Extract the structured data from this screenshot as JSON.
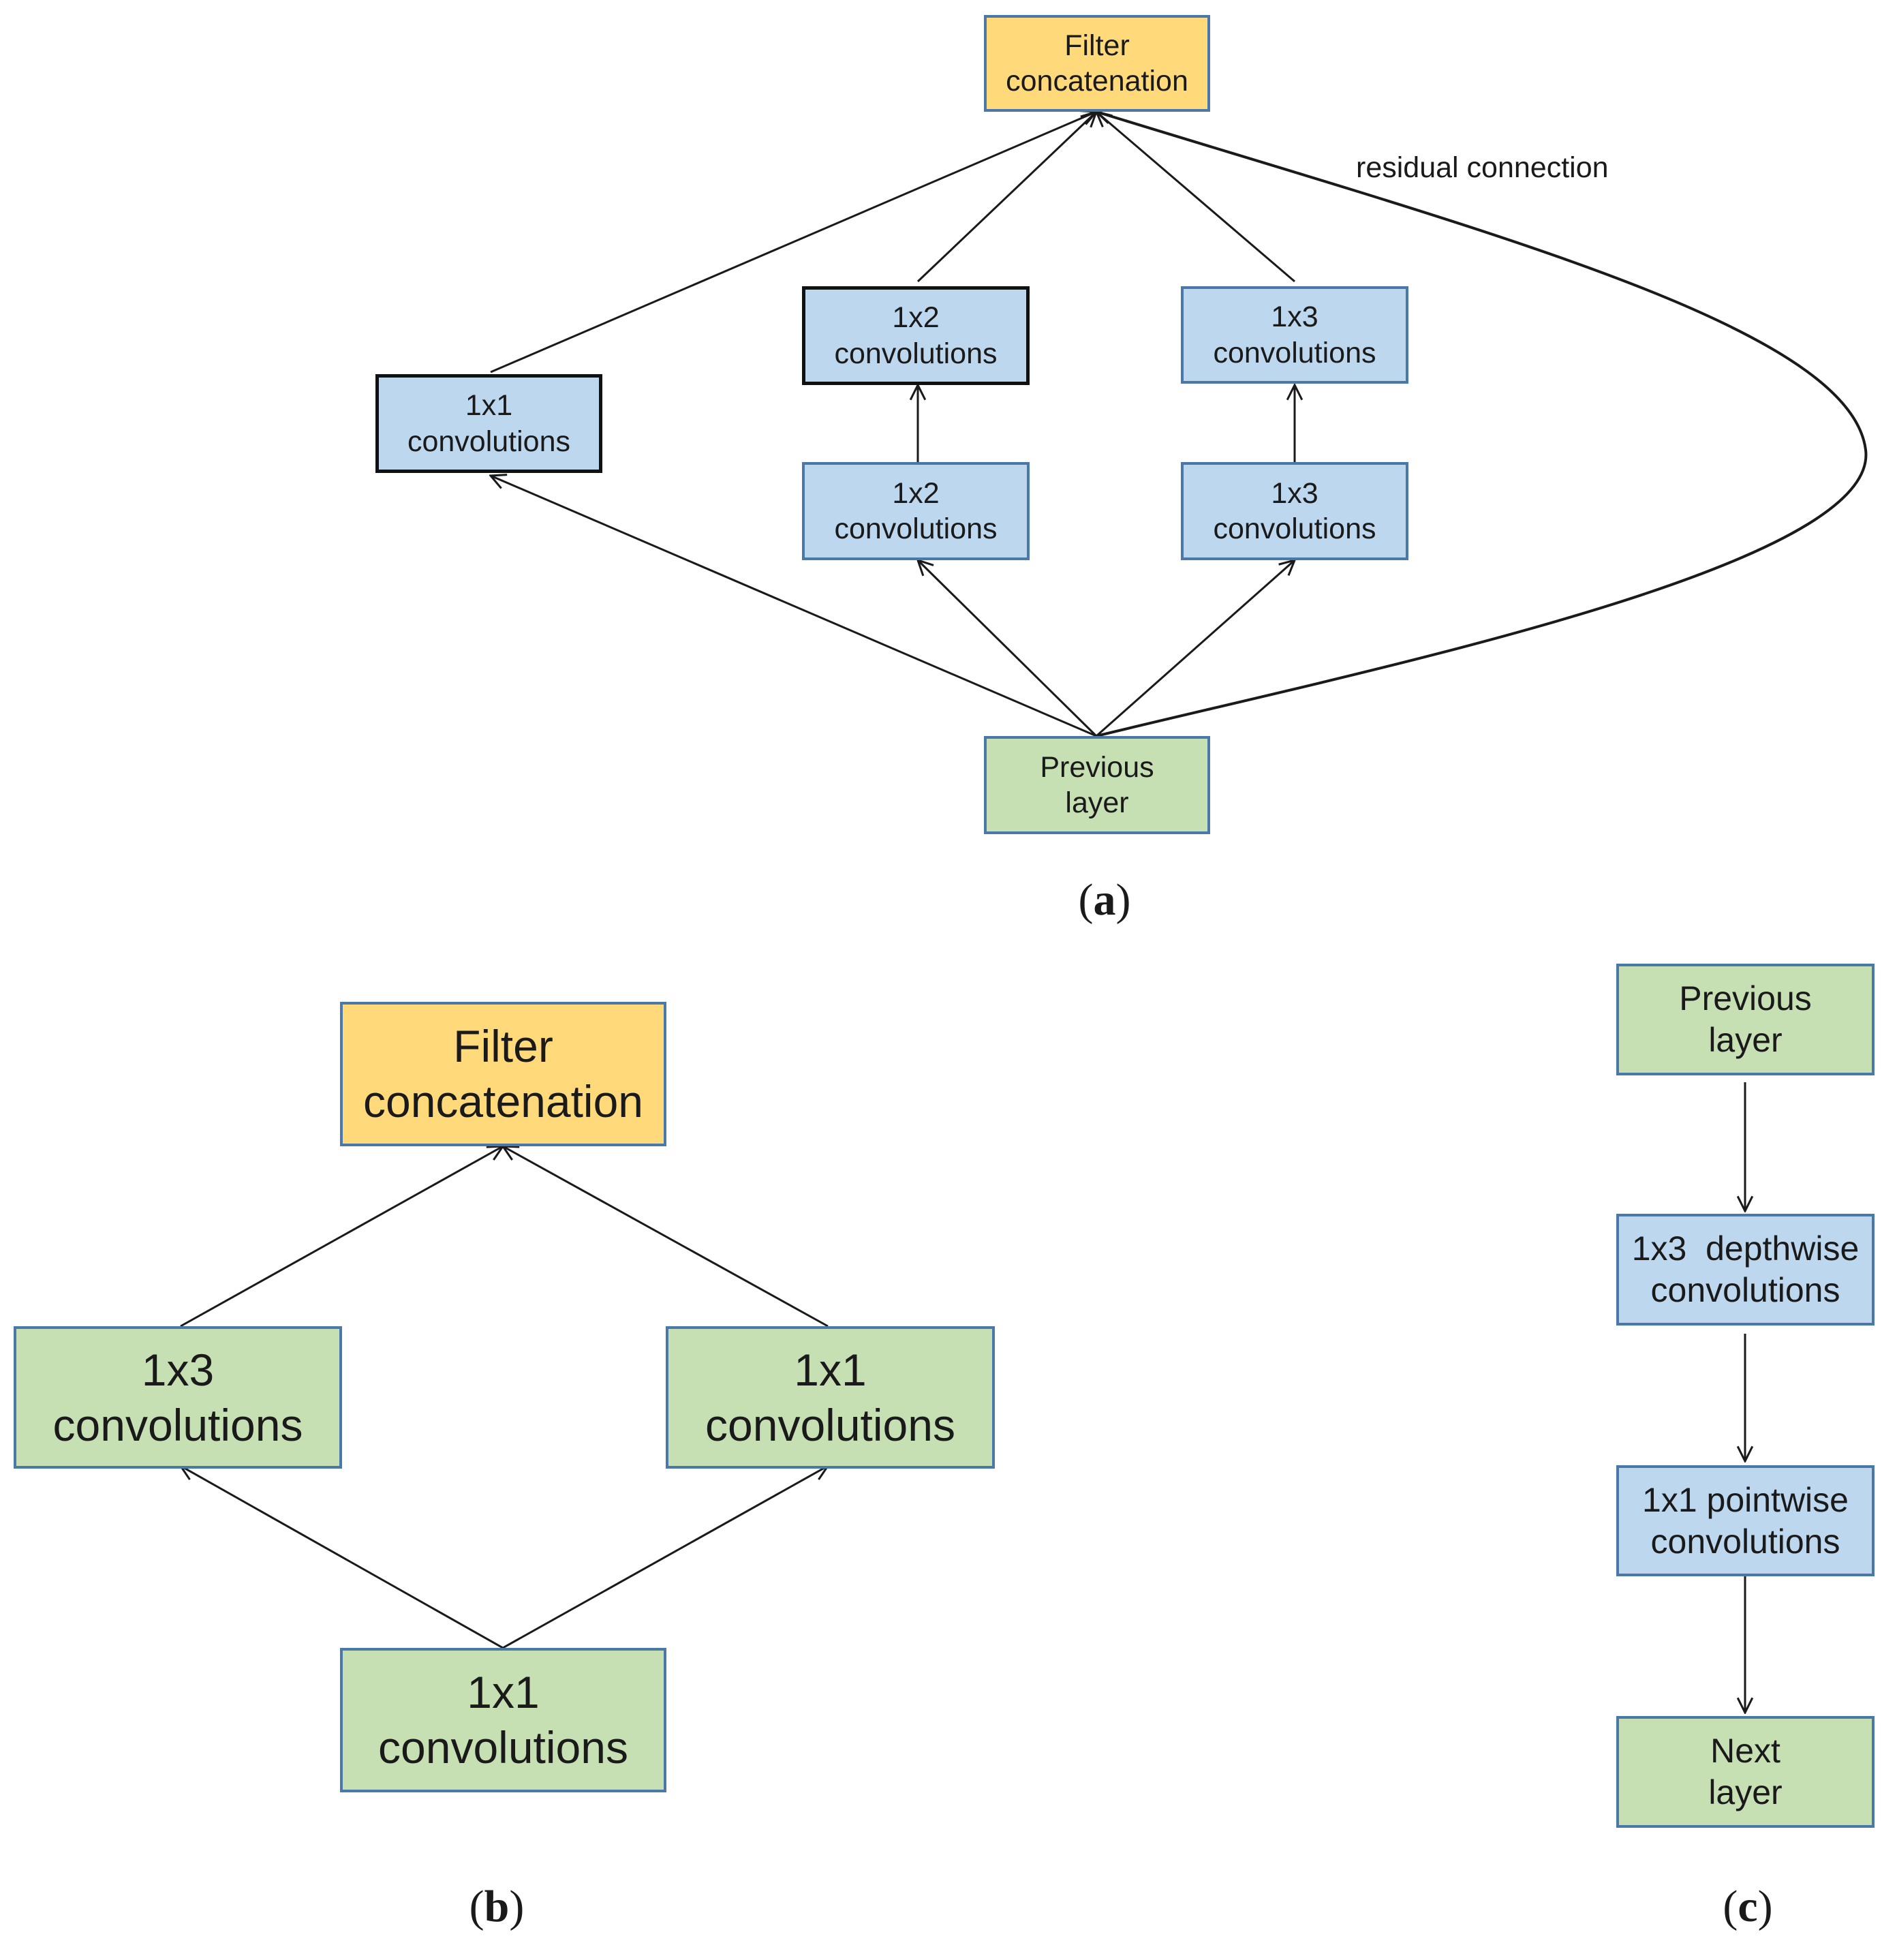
{
  "panel_a": {
    "label": "a",
    "filter_concat": [
      "Filter",
      "concatenation"
    ],
    "conv_1x1": [
      "1x1",
      "convolutions"
    ],
    "conv_1x2_top": [
      "1x2",
      "convolutions"
    ],
    "conv_1x2_bottom": [
      "1x2",
      "convolutions"
    ],
    "conv_1x3_top": [
      "1x3",
      "convolutions"
    ],
    "conv_1x3_bottom": [
      "1x3",
      "convolutions"
    ],
    "previous_layer": [
      "Previous",
      "layer"
    ],
    "residual_label": "residual connection"
  },
  "panel_b": {
    "label": "b",
    "filter_concat": [
      "Filter",
      "concatenation"
    ],
    "conv_1x3": [
      "1x3",
      "convolutions"
    ],
    "conv_1x1_right": [
      "1x1",
      "convolutions"
    ],
    "conv_1x1_bottom": [
      "1x1",
      "convolutions"
    ]
  },
  "panel_c": {
    "label": "c",
    "previous_layer": [
      "Previous",
      "layer"
    ],
    "depthwise": [
      "1x3  depthwise",
      "convolutions"
    ],
    "pointwise": [
      "1x1 pointwise",
      "convolutions"
    ],
    "next_layer": [
      "Next",
      "layer"
    ]
  },
  "colors": {
    "conv_fill": "#bdd7ee",
    "layer_fill": "#c6e0b4",
    "concat_fill": "#ffd97a",
    "box_border": "#4a78a8",
    "line": "#1a1a1a"
  }
}
